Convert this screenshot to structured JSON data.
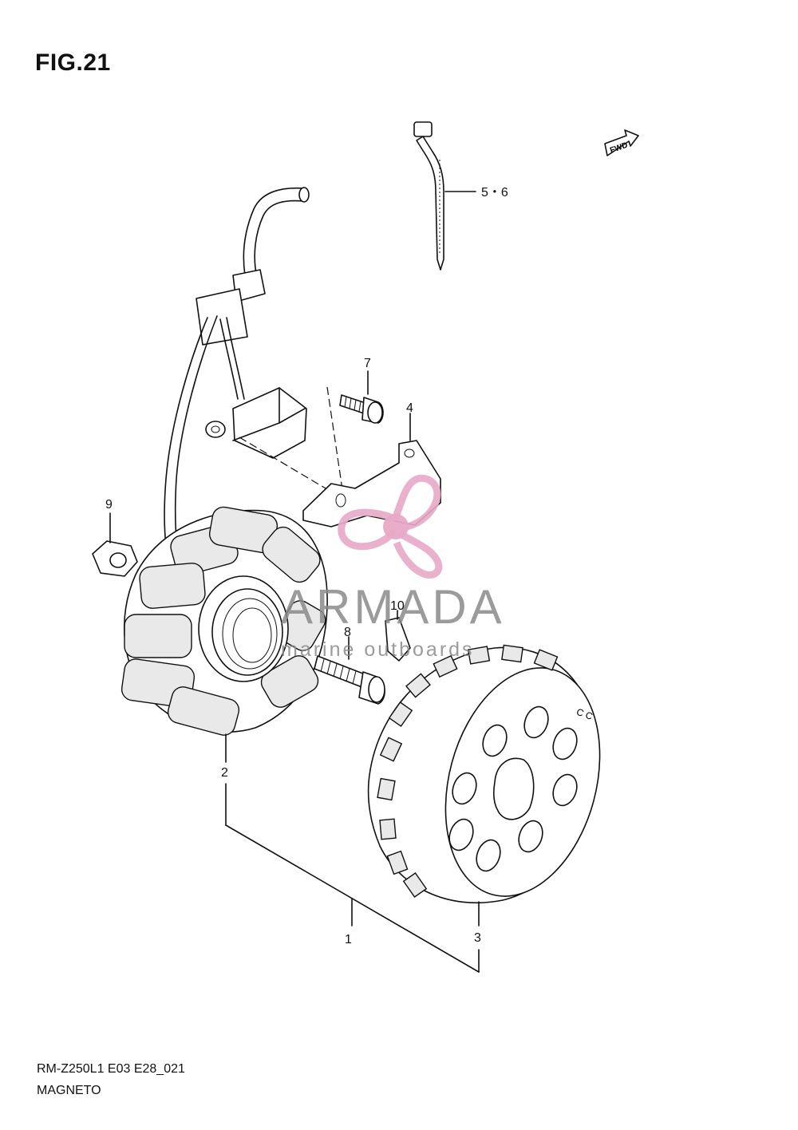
{
  "figure": {
    "title": "FIG.21",
    "fwd_label": "FWD"
  },
  "callouts": {
    "c1": "1",
    "c2": "2",
    "c3": "3",
    "c4": "4",
    "c56": "5・6",
    "c7": "7",
    "c8": "8",
    "c9": "9",
    "c10": "10"
  },
  "watermark": {
    "name": "ARMADA",
    "tagline": "marine outboards",
    "logo_color": "#e8a9c8",
    "text_color": "#8a8a8a"
  },
  "footer": {
    "model_code": "RM-Z250L1 E03 E28_021",
    "section_name": "MAGNETO"
  },
  "colors": {
    "ink": "#111111",
    "background": "#ffffff"
  }
}
